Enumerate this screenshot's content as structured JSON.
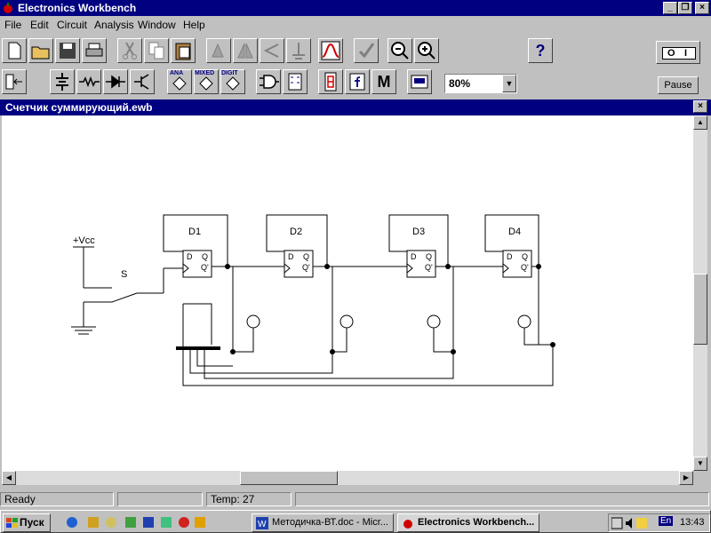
{
  "window": {
    "title": "Electronics Workbench"
  },
  "menu": [
    "File",
    "Edit",
    "Circuit",
    "Analysis",
    "Window",
    "Help"
  ],
  "toolbar": {
    "zoom": "80%",
    "help": "?",
    "pause": "Pause",
    "power_on": "O",
    "power_off": "I"
  },
  "parts_bin": {
    "analog": "ANA",
    "mixed": "MIXED",
    "digital": "DIGIT",
    "misc": "M"
  },
  "document": {
    "title": "Счетчик суммирующий.ewb"
  },
  "circuit": {
    "vcc": "+Vcc",
    "switch": "S",
    "flipflops": [
      "D1",
      "D2",
      "D3",
      "D4"
    ],
    "pin_d": "D",
    "pin_q": "Q",
    "pin_qn": "Q'"
  },
  "status": {
    "ready": "Ready",
    "temp": "Temp:  27"
  },
  "taskbar": {
    "start": "Пуск",
    "tasks": [
      "Методичка-ВТ.doc - Micr...",
      "Electronics Workbench..."
    ],
    "lang": "En",
    "clock": "13:43"
  },
  "colors": {
    "title": "#000080",
    "face": "#c0c0c0",
    "canvas": "#ffffff"
  }
}
